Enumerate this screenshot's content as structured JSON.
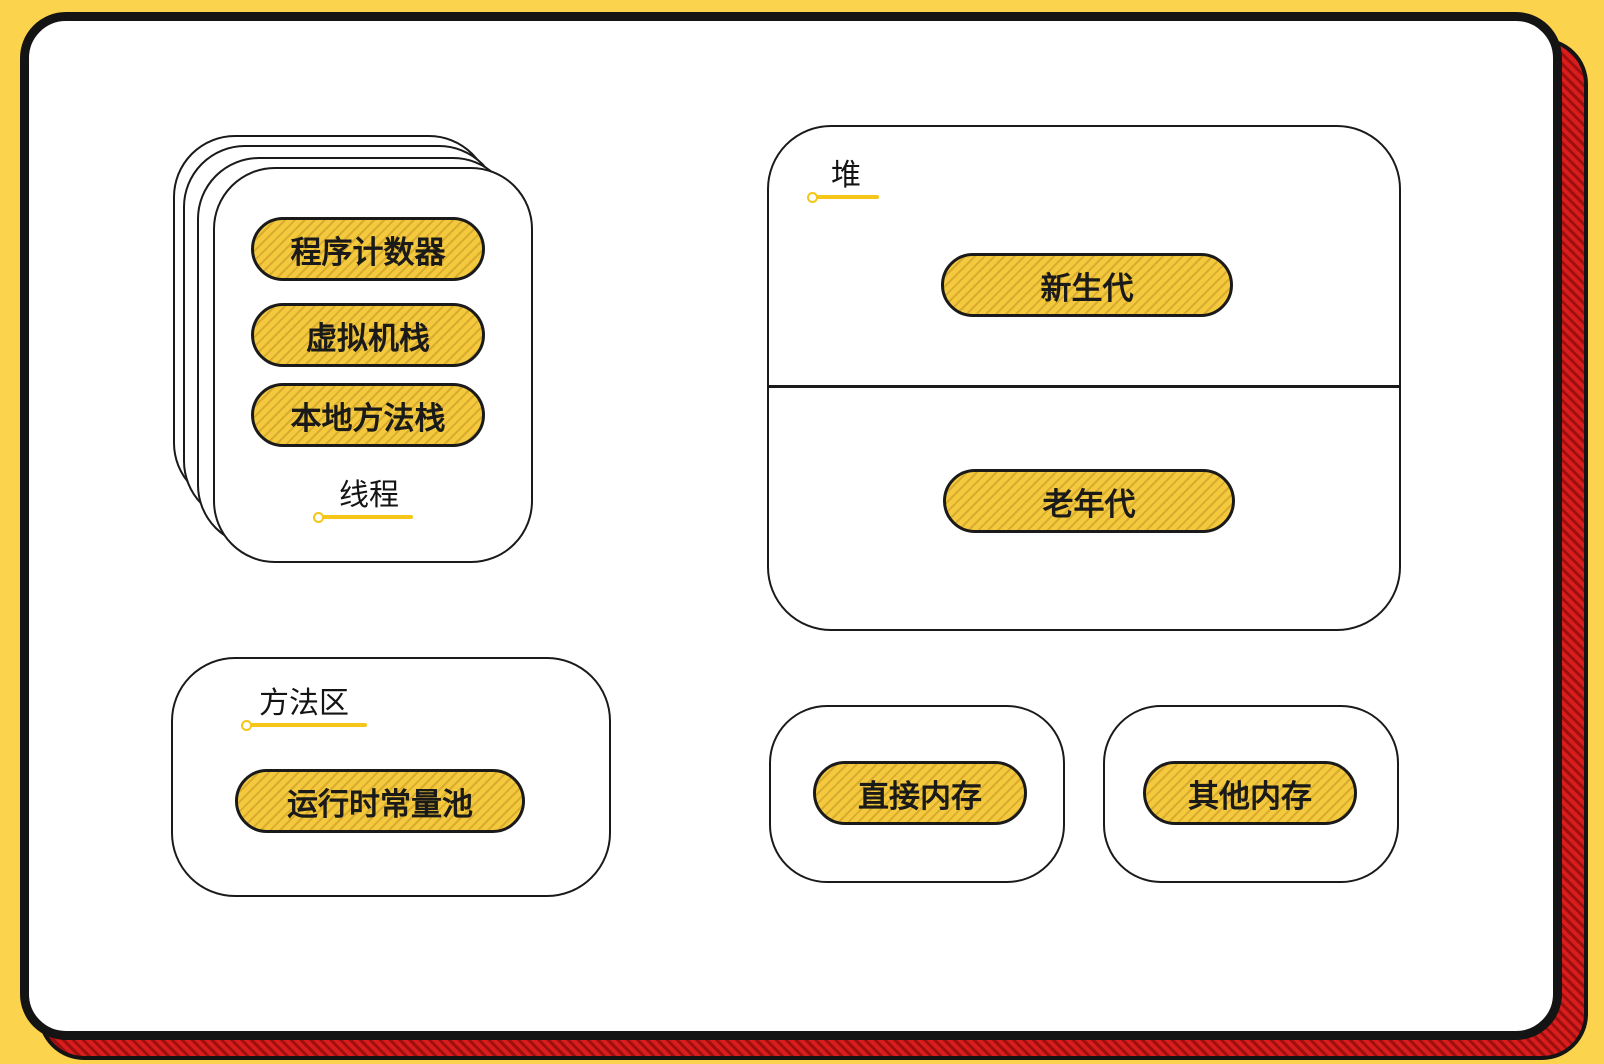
{
  "thread": {
    "label": "线程",
    "items": [
      "程序计数器",
      "虚拟机栈",
      "本地方法栈"
    ]
  },
  "heap": {
    "label": "堆",
    "young": "新生代",
    "old": "老年代"
  },
  "method_area": {
    "label": "方法区",
    "item": "运行时常量池"
  },
  "direct_memory": "直接内存",
  "other_memory": "其他内存",
  "colors": {
    "background": "#fcd34d",
    "pill": "#f4c93d",
    "underline": "#f5c518",
    "shadow": "#d91c1c",
    "stroke": "#1a1a1a"
  }
}
